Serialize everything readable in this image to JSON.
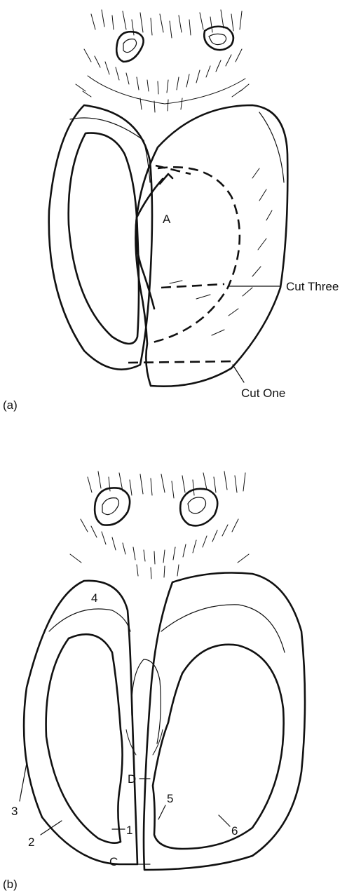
{
  "panel_a": {
    "caption": "(a)",
    "label_a": "A",
    "cut_three": "Cut Three",
    "cut_one": "Cut One"
  },
  "panel_b": {
    "caption": "(b)",
    "labels": {
      "n1": "1",
      "n2": "2",
      "n3": "3",
      "n4": "4",
      "n5": "5",
      "n6": "6",
      "c": "C",
      "d": "D"
    }
  }
}
